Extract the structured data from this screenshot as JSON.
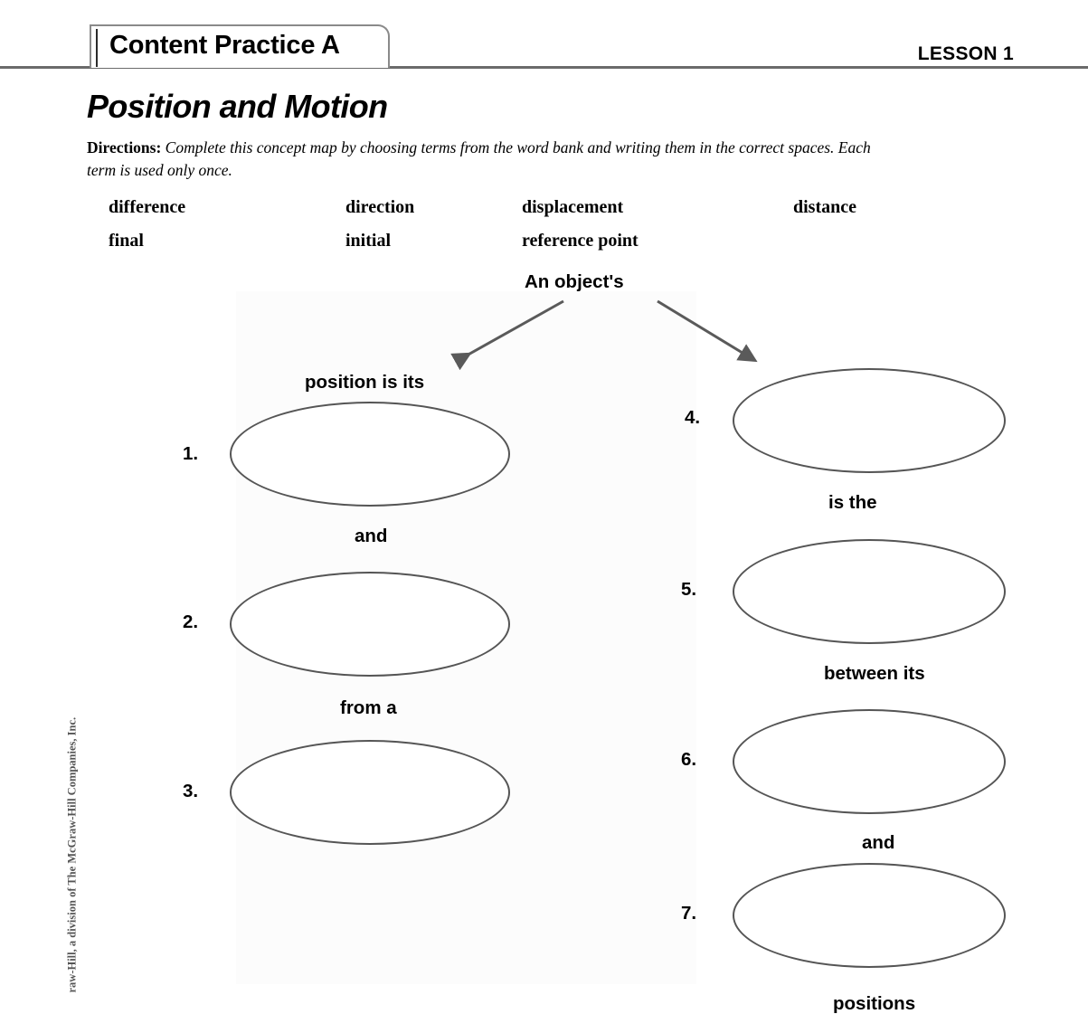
{
  "header": {
    "tab_label": "Content Practice A",
    "lesson_label": "LESSON 1"
  },
  "title": "Position and Motion",
  "directions": {
    "lead": "Directions:",
    "text": " Complete this concept map by choosing terms from the word bank and writing them in the correct spaces. Each term is used only once."
  },
  "word_bank": {
    "rows": [
      [
        "difference",
        "direction",
        "displacement",
        "distance"
      ],
      [
        "final",
        "initial",
        "reference point",
        ""
      ]
    ]
  },
  "concept_map": {
    "root": "An object's",
    "left_branch": {
      "lead_text": "position is its",
      "connector_1": "and",
      "connector_2": "from a",
      "blanks": [
        {
          "number": "1."
        },
        {
          "number": "2."
        },
        {
          "number": "3."
        }
      ]
    },
    "right_branch": {
      "connector_1": "is the",
      "connector_2": "between its",
      "connector_3": "and",
      "connector_4": "positions",
      "blanks": [
        {
          "number": "4."
        },
        {
          "number": "5."
        },
        {
          "number": "6."
        },
        {
          "number": "7."
        }
      ]
    }
  },
  "copyright": "raw-Hill, a division of The McGraw-Hill Companies, Inc.",
  "colors": {
    "ellipse_stroke": "#555555",
    "rule": "#6b6b6b",
    "tab_border": "#8a8a8a",
    "arrow": "#5a5a5a"
  }
}
